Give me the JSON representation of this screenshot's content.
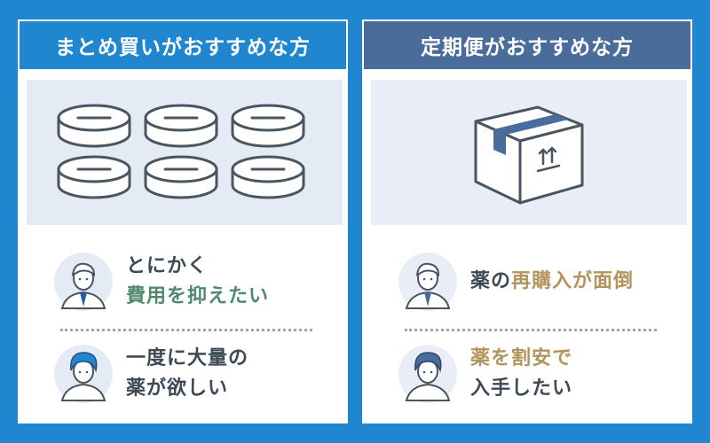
{
  "left_panel": {
    "header": "まとめ買いがおすすめな方",
    "items": [
      {
        "line1": "とにかく",
        "line2": "費用を抑えたい"
      },
      {
        "line1": "一度に大量の",
        "line2": "薬が欲しい"
      }
    ]
  },
  "right_panel": {
    "header": "定期便がおすすめな方",
    "items": [
      {
        "line1_a": "薬の",
        "line1_b": "再購入が面倒"
      },
      {
        "line1": "薬を割安で",
        "line2": "入手したい"
      }
    ]
  },
  "colors": {
    "background": "#1f86cf",
    "left_header": "#1f86cf",
    "right_header": "#4a6c9a",
    "highlight_green": "#4f8a6e",
    "highlight_gold": "#b2945c"
  },
  "icons": [
    "pill-icon",
    "cardboard-box-icon",
    "person-avatar-icon"
  ]
}
